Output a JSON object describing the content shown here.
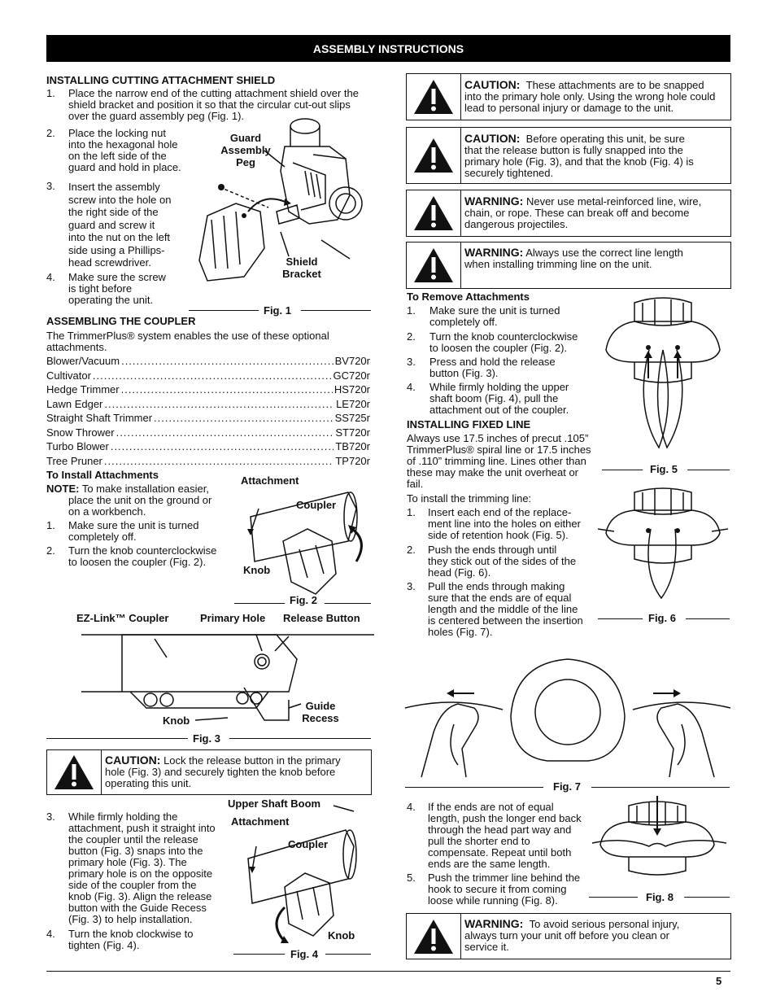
{
  "header": "ASSEMBLY INSTRUCTIONS",
  "shield": {
    "heading": "INSTALLING CUTTING ATTACHMENT SHIELD",
    "steps": [
      {
        "n": "1.",
        "l1": "Place the narrow end of the cutting attachment shield over the",
        "l2": "shield bracket and position it so that the circular cut-out slips",
        "l3": "over the guard assembly peg (Fig. 1)."
      },
      {
        "n": "2.",
        "lines": [
          "Place the locking nut",
          "into the hexagonal hole",
          "on the left side of the",
          "guard and hold in place."
        ]
      },
      {
        "n": "3.",
        "lines": [
          "Insert the assembly",
          "screw into the hole on",
          "the right side of the",
          "guard and screw it",
          "into the nut on the left",
          "side using a Phillips-",
          "head screwdriver."
        ]
      },
      {
        "n": "4.",
        "lines": [
          "Make sure the screw",
          "is tight before",
          "operating the unit."
        ]
      }
    ],
    "fig1": {
      "peg1": "Guard",
      "peg2": "Assembly",
      "peg3": "Peg",
      "bracket1": "Shield",
      "bracket2": "Bracket",
      "caption": "Fig. 1"
    }
  },
  "coupler": {
    "heading": "ASSEMBLING THE COUPLER",
    "intro1": "The TrimmerPlus® system enables the use of these optional",
    "intro2": "attachments.",
    "attachments": [
      {
        "name": "Blower/Vacuum",
        "code": "BV720r"
      },
      {
        "name": "Cultivator",
        "code": "GC720r"
      },
      {
        "name": "Hedge Trimmer",
        "code": "HS720r"
      },
      {
        "name": "Lawn Edger",
        "code": "LE720r"
      },
      {
        "name": "Straight Shaft Trimmer",
        "code": "SS725r"
      },
      {
        "name": "Snow Thrower",
        "code": "ST720r"
      },
      {
        "name": "Turbo Blower",
        "code": "TB720r"
      },
      {
        "name": "Tree Pruner",
        "code": "TP720r"
      }
    ],
    "install_heading": "To Install Attachments",
    "note_label": "NOTE:",
    "note1": "To make installation easier,",
    "note2": "place the unit on the ground or",
    "note3": "on a workbench.",
    "s1": {
      "n": "1.",
      "l1": "Make sure the unit is turned",
      "l2": "completely off."
    },
    "s2": {
      "n": "2.",
      "l1": "Turn the knob counterclockwise",
      "l2": "to loosen the coupler (Fig. 2)."
    },
    "fig2": {
      "attachment": "Attachment",
      "coupler": "Coupler",
      "knob": "Knob",
      "caption": "Fig. 2"
    },
    "fig3": {
      "ezlink": "EZ-Link™ Coupler",
      "primary": "Primary Hole",
      "release": "Release Button",
      "knob": "Knob",
      "guide1": "Guide",
      "guide2": "Recess",
      "caption": "Fig. 3"
    },
    "caution_label": "CAUTION:",
    "caution1": "Lock the release button in the primary",
    "caution2": "hole (Fig. 3) and securely tighten the knob before",
    "caution3": "operating this unit.",
    "s3": {
      "n": "3.",
      "lines": [
        "While firmly holding the",
        "attachment, push it straight into",
        "the coupler until the release",
        "button (Fig. 3) snaps into the",
        "primary hole (Fig. 3).  The",
        "primary hole is on the opposite",
        "side of the coupler from the",
        "knob (Fig. 3). Align the release",
        "button with the Guide Recess",
        "(Fig. 3) to help installation."
      ]
    },
    "s4": {
      "n": "4.",
      "l1": "Turn the knob clockwise to",
      "l2": "tighten (Fig. 4)."
    },
    "fig4": {
      "boom": "Upper Shaft Boom",
      "attachment": "Attachment",
      "coupler": "Coupler",
      "knob": "Knob",
      "caption": "Fig. 4"
    }
  },
  "right": {
    "box1": {
      "label": "CAUTION:",
      "t1": "These attachments are to be snapped",
      "t2": "into the primary hole only. Using the wrong hole could",
      "t3": "lead to personal injury or damage to the unit."
    },
    "box2": {
      "label": "CAUTION:",
      "t1": "Before operating this unit, be sure",
      "t2": "that the release button is fully snapped into the",
      "t3": "primary hole (Fig. 3), and that the knob (Fig. 4) is",
      "t4": "securely tightened."
    },
    "box3": {
      "label": "WARNING:",
      "t1": "Never use metal-reinforced line, wire,",
      "t2": "chain, or rope. These can break off and become",
      "t3": "dangerous projectiles."
    },
    "box4": {
      "label": "WARNING:",
      "t1": "Always use the correct line length",
      "t2": "when installing trimming line on the unit."
    },
    "remove_heading": "To Remove Attachments",
    "remove": [
      {
        "n": "1.",
        "l1": "Make sure the unit is turned",
        "l2": "completely off."
      },
      {
        "n": "2.",
        "l1": "Turn the knob counterclockwise",
        "l2": "to loosen the coupler (Fig. 2)."
      },
      {
        "n": "3.",
        "l1": "Press and hold the release",
        "l2": "button (Fig. 3)."
      },
      {
        "n": "4.",
        "l1": "While firmly holding the upper",
        "l2": "shaft boom (Fig. 4), pull the",
        "l3": "attachment out of the coupler."
      }
    ],
    "fixed_heading": "INSTALLING FIXED LINE",
    "fixed1": "Always use 17.5 inches of precut .105”",
    "fixed2": "TrimmerPlus® spiral line or 17.5 inches",
    "fixed3": "of .110” trimming line.  Lines other than",
    "fixed4": "these may make the unit overheat or",
    "fixed5": "fail.",
    "to_install": "To install the trimming line:",
    "line": [
      {
        "n": "1.",
        "lines": [
          "Insert each end of the replace-",
          "ment line into the holes on either",
          "side of retention hook (Fig. 5)."
        ]
      },
      {
        "n": "2.",
        "lines": [
          "Push the ends through until",
          "they stick out of the sides of the",
          "head (Fig. 6)."
        ]
      },
      {
        "n": "3.",
        "lines": [
          "Pull the ends through making",
          "sure that the ends are of equal",
          "length and the middle of the line",
          "is centered between the insertion",
          "holes (Fig. 7)."
        ]
      }
    ],
    "fig5": "Fig. 5",
    "fig6": "Fig. 6",
    "fig7": "Fig. 7",
    "fig8": "Fig. 8",
    "s4": {
      "n": "4.",
      "lines": [
        "If the ends are not of equal",
        "length, push the longer end back",
        "through the head part way and",
        "pull the shorter end to",
        "compensate.  Repeat until both",
        "ends are the same length."
      ]
    },
    "s5": {
      "n": "5.",
      "lines": [
        "Push the trimmer line behind the",
        "hook to secure it from coming",
        "loose while running (Fig. 8)."
      ]
    },
    "box5": {
      "label": "WARNING:",
      "t1": "To avoid serious personal injury,",
      "t2": "always turn your unit off before you clean or",
      "t3": "service it."
    }
  },
  "page_number": "5"
}
